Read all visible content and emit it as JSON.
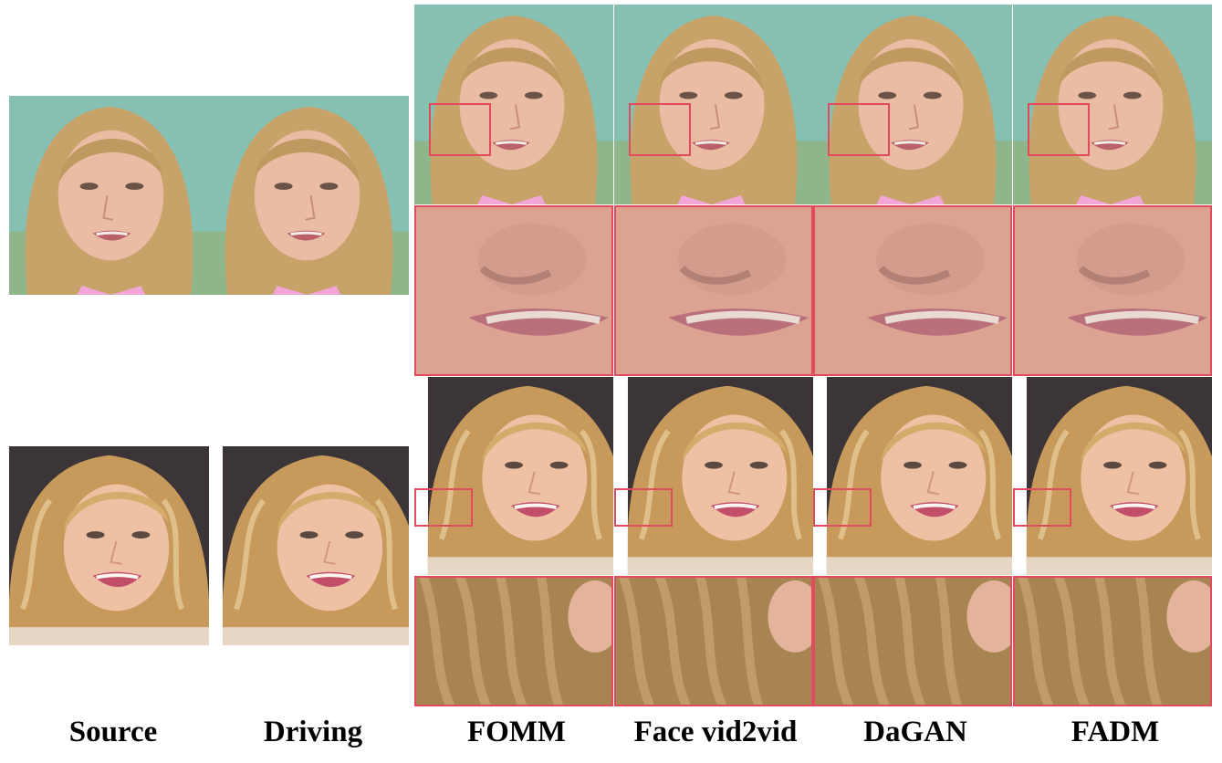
{
  "labels": {
    "source": "Source",
    "driving": "Driving",
    "fomm": "FOMM",
    "face_vid2vid": "Face vid2vid",
    "dagan": "DaGAN",
    "fadm": "FADM"
  },
  "colors": {
    "highlight_box": "#e24a5e",
    "background_teal": "#7fbab0",
    "background_dark": "#3a3436",
    "hair_blonde": "#c9a46a",
    "skin": "#e8b9a0"
  }
}
